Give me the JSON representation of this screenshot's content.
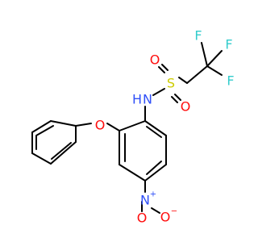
{
  "molecule": {
    "colors": {
      "carbon_bond": "#000000",
      "fluorine": "#33CCCC",
      "sulfur": "#CCCC00",
      "oxygen": "#FF0D0D",
      "nitrogen": "#3050F8"
    },
    "atoms": {
      "F1": "F",
      "F2": "F",
      "F3": "F",
      "S": "S",
      "O_s1": "O",
      "O_s2": "O",
      "NH": "N",
      "H": "H",
      "O_ether": "O",
      "N_nitro": "N",
      "N_plus": "+",
      "O_nitro_top": "O",
      "O_nitro_right": "O",
      "O_minus": "−"
    }
  }
}
